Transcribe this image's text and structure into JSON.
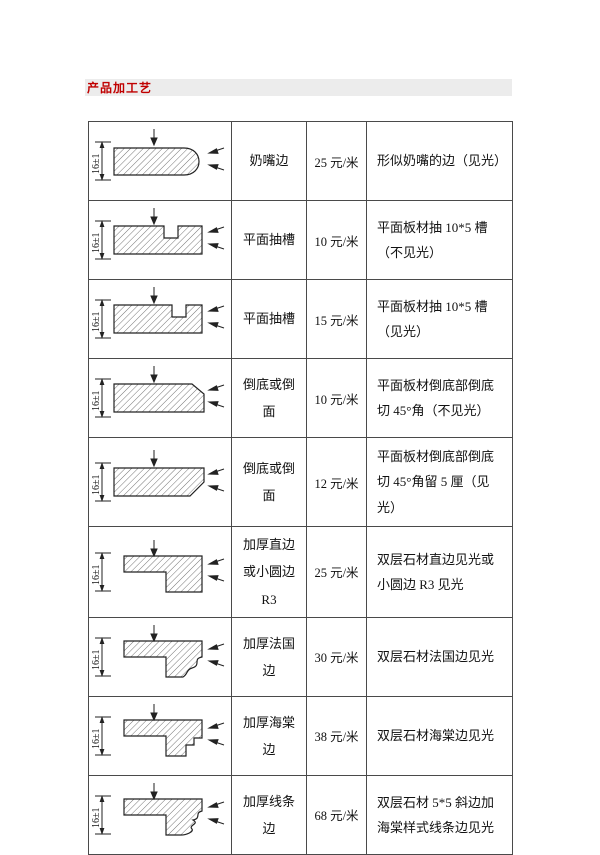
{
  "page": {
    "title": "产品加工艺"
  },
  "table": {
    "rows": [
      {
        "profile": "nipple",
        "dim": "16±1",
        "name": "奶嘴边",
        "price": "25 元/米",
        "desc": "形似奶嘴的边（见光）"
      },
      {
        "profile": "groove-hidden",
        "dim": "16±1",
        "name": "平面抽槽",
        "price": "10 元/米",
        "desc": "平面板材抽 10*5 槽（不见光）"
      },
      {
        "profile": "groove-visible",
        "dim": "16±1",
        "name": "平面抽槽",
        "price": "15 元/米",
        "desc": "平面板材抽 10*5 槽（见光）"
      },
      {
        "profile": "bevel-hidden",
        "dim": "16±1",
        "name": "倒底或倒面",
        "price": "10 元/米",
        "desc": "平面板材倒底部倒底切 45°角（不见光）"
      },
      {
        "profile": "bevel-visible",
        "dim": "16±1",
        "name": "倒底或倒面",
        "price": "12 元/米",
        "desc": "平面板材倒底部倒底切 45°角留 5 厘（见光）"
      },
      {
        "profile": "thick-straight",
        "dim": "16±1",
        "name": "加厚直边或小圆边 R3",
        "price": "25 元/米",
        "desc": "双层石材直边见光或小圆边 R3 见光"
      },
      {
        "profile": "thick-french",
        "dim": "16±1",
        "name": "加厚法国边",
        "price": "30 元/米",
        "desc": "双层石材法国边见光"
      },
      {
        "profile": "thick-haitang",
        "dim": "16±1",
        "name": "加厚海棠边",
        "price": "38 元/米",
        "desc": "双层石材海棠边见光"
      },
      {
        "profile": "thick-molding",
        "dim": "16±1",
        "name": "加厚线条边",
        "price": "68 元/米",
        "desc": "双层石材 5*5 斜边加海棠样式线条边见光"
      }
    ]
  }
}
